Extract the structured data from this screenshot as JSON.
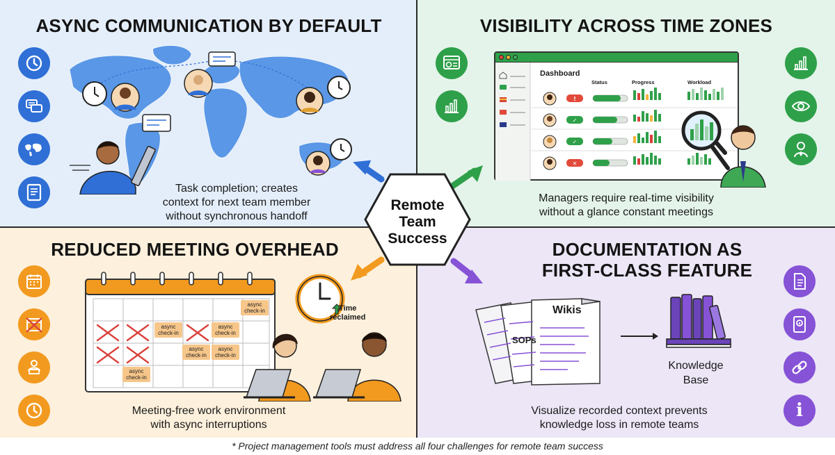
{
  "center": {
    "line1": "Remote",
    "line2": "Team",
    "line3": "Success"
  },
  "top_left": {
    "title": "ASYNC COMMUNICATION BY DEFAULT",
    "caption": [
      "Task completion; creates",
      "context for next team member",
      "without synchronous handoff"
    ],
    "icons": [
      "clock-icon",
      "chat-icon",
      "world-map-icon",
      "document-icon"
    ]
  },
  "top_right": {
    "title": "VISIBILITY ACROSS TIME ZONES",
    "caption": [
      "Managers require real-time visibility",
      "without a glance constant meetings"
    ],
    "icons": [
      "dashboard-icon",
      "bar-chart-icon",
      "bar-chart-icon",
      "eye-icon",
      "manager-icon"
    ],
    "dashboard": {
      "title": "Dashboard",
      "columns": [
        "Status",
        "Progress",
        "Workload"
      ],
      "status_marks": [
        "!",
        "✓",
        "✓",
        "✕"
      ]
    }
  },
  "bottom_left": {
    "title": "REDUCED MEETING OVERHEAD",
    "caption": [
      "Meeting-free work environment",
      "with async interruptions"
    ],
    "icons": [
      "calendar-icon",
      "cancelled-calendar-icon",
      "person-laptop-icon",
      "clock-icon"
    ],
    "sticky_label": "async check-in",
    "time_reclaimed": [
      "Time",
      "reclaimed"
    ]
  },
  "bottom_right": {
    "title": [
      "DOCUMENTATION AS",
      "FIRST-CLASS FEATURE"
    ],
    "caption": [
      "Visualize recorded context prevents",
      "knowledge loss in remote teams"
    ],
    "icons": [
      "document-icon",
      "manual-icon",
      "link-icon",
      "info-icon"
    ],
    "doc_labels": {
      "sops": "SOPs",
      "wikis": "Wikis"
    },
    "knowledge_base": [
      "Knowledge",
      "Base"
    ]
  },
  "footer": "* Project management tools must address all four challenges for remote team success",
  "colors": {
    "blue": "#2f6fd6",
    "green": "#2fa04a",
    "orange": "#f29a1f",
    "purple": "#8652d6"
  }
}
